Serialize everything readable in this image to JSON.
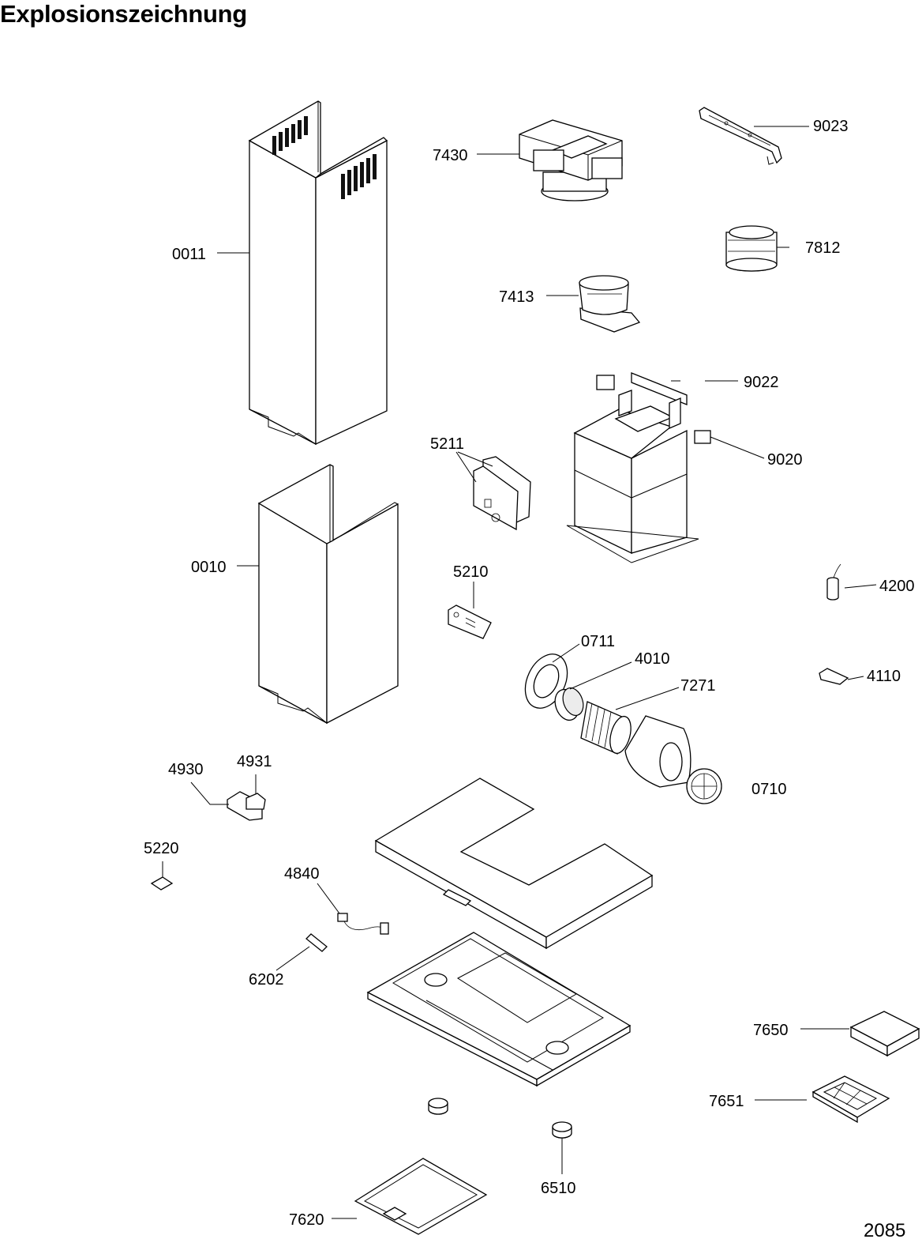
{
  "title": "Explosionszeichnung",
  "drawing_number": "2085",
  "parts": {
    "p0011": "0011",
    "p0010": "0010",
    "p7430": "7430",
    "p9023": "9023",
    "p7812": "7812",
    "p7413": "7413",
    "p9022": "9022",
    "p9020": "9020",
    "p5211": "5211",
    "p5210": "5210",
    "p4200": "4200",
    "p0711": "0711",
    "p4010": "4010",
    "p7271": "7271",
    "p4110": "4110",
    "p0710": "0710",
    "p4930": "4930",
    "p4931": "4931",
    "p5220": "5220",
    "p4840": "4840",
    "p6202": "6202",
    "p7650": "7650",
    "p7651": "7651",
    "p6510": "6510",
    "p7620": "7620"
  }
}
